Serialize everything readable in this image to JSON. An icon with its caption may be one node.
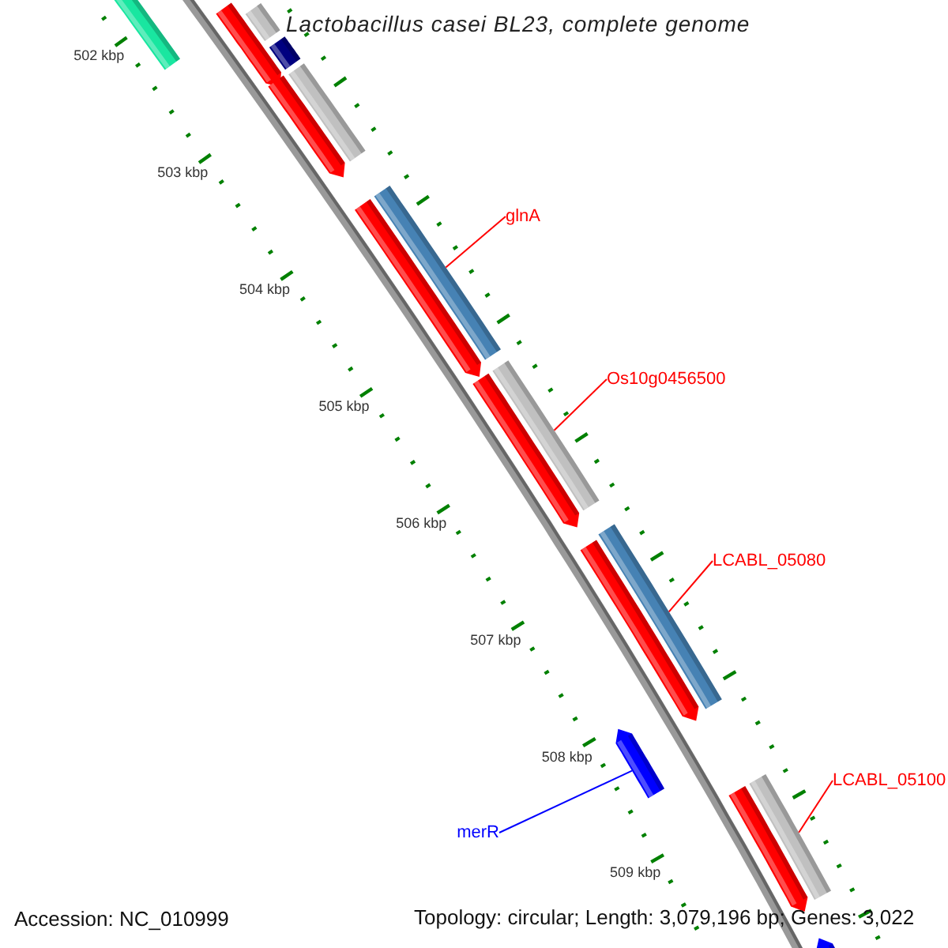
{
  "diagram": {
    "title": "Lactobacillus casei BL23, complete genome",
    "nodes": [
      {
        "text": [],
        "shape": "bar"
      },
      {
        "text": [],
        "shape": "bar"
      },
      {
        "text": [],
        "shape": "bar"
      },
      {
        "text": [],
        "shape": "bar"
      },
      {
        "text": [],
        "shape": "bar"
      },
      {
        "text": [],
        "shape": "bar"
      },
      {
        "text": [],
        "shape": "bar"
      },
      {
        "text": [],
        "shape": "bar"
      },
      {
        "text": [],
        "shape": "bar"
      },
      {
        "text": [],
        "shape": "bar"
      },
      {
        "text": [],
        "shape": "bar"
      },
      {
        "text": [],
        "shape": "bar"
      },
      {
        "text": [],
        "shape": "bar"
      },
      {
        "text": [],
        "shape": "bar"
      },
      {
        "text": [],
        "shape": "bar"
      },
      {
        "text": [],
        "shape": "bar"
      },
      {
        "text": [
          "glnA"
        ]
      },
      {
        "text": [
          "Os10g0456500"
        ]
      },
      {
        "text": [
          "LCABL_05080"
        ]
      },
      {
        "text": [
          "merR"
        ]
      },
      {
        "text": [
          "LCABL_05100"
        ]
      }
    ],
    "edges": [
      {
        "from": 16,
        "to": 7,
        "arrow": "none"
      },
      {
        "from": 17,
        "to": 9,
        "arrow": "none"
      },
      {
        "from": 18,
        "to": 11,
        "arrow": "none"
      },
      {
        "from": 19,
        "to": 12,
        "arrow": "none",
        "color": "#0000ff"
      },
      {
        "from": 20,
        "to": 14,
        "arrow": "none"
      }
    ],
    "labels": [
      "502 kbp",
      "503 kbp",
      "504 kbp",
      "505 kbp",
      "506 kbp",
      "507 kbp",
      "508 kbp",
      "509 kbp",
      "Accession: NC_010999",
      "Topology: circular; Length: 3,079,196 bp; Genes: 3,022"
    ]
  }
}
